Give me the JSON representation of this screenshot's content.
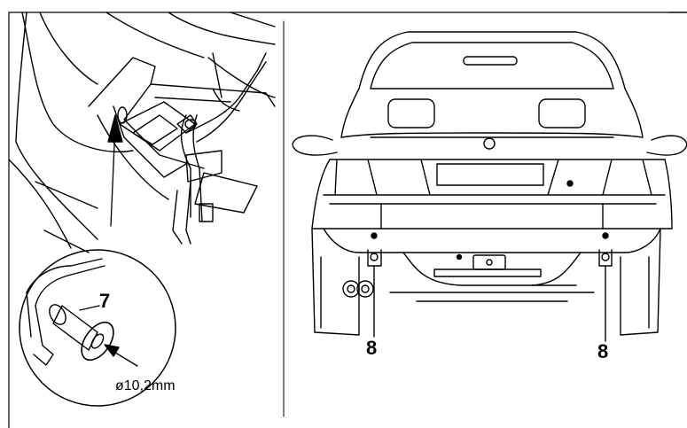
{
  "figure": {
    "left_panel": {
      "callout_number": "7",
      "dimension_label": "ø10,2mm"
    },
    "right_panel": {
      "callout_left": "8",
      "callout_right": "8"
    }
  },
  "colors": {
    "line": "#000000",
    "background": "#ffffff"
  }
}
